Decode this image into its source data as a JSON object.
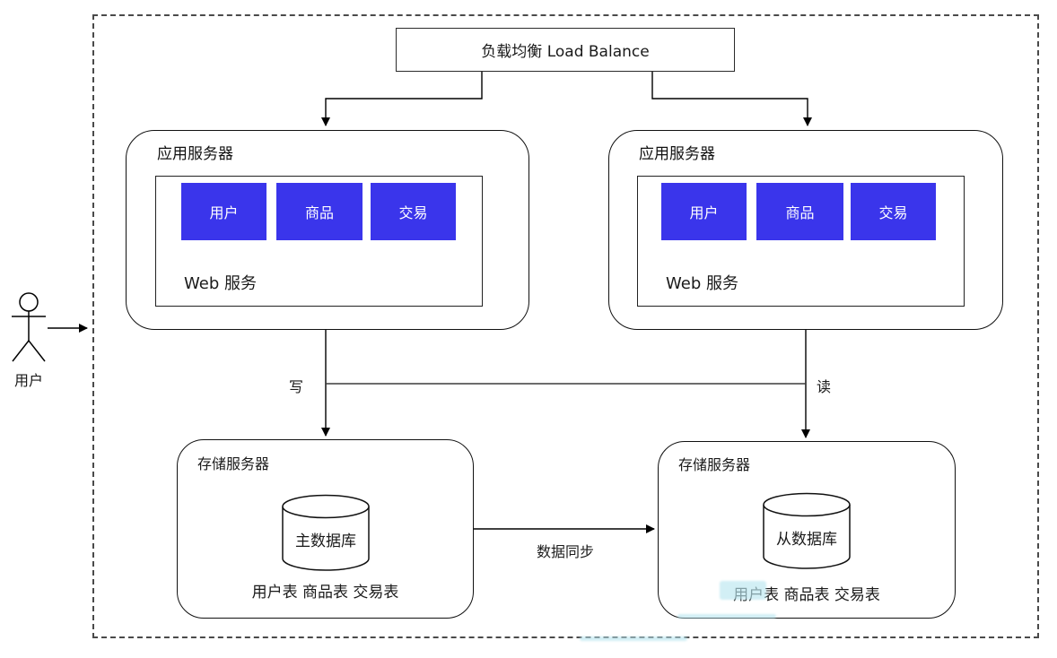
{
  "diagram": {
    "actor": {
      "label": "用户"
    },
    "load_balancer": {
      "label": "负载均衡 Load Balance"
    },
    "app_servers": [
      {
        "label": "应用服务器",
        "web_service_label": "Web 服务",
        "modules": [
          "用户",
          "商品",
          "交易"
        ]
      },
      {
        "label": "应用服务器",
        "web_service_label": "Web 服务",
        "modules": [
          "用户",
          "商品",
          "交易"
        ]
      }
    ],
    "storage_servers": [
      {
        "label": "存储服务器",
        "database": "主数据库",
        "tables": "用户表 商品表 交易表"
      },
      {
        "label": "存储服务器",
        "database": "从数据库",
        "tables": "用户表 商品表 交易表"
      }
    ],
    "edges": {
      "write_label": "写",
      "read_label": "读",
      "sync_label": "数据同步"
    }
  },
  "colors": {
    "module_fill": "#3A35EB",
    "module_text": "#FFFFFF",
    "line": "#000000",
    "watermark_tint": "#BAE6F0"
  }
}
